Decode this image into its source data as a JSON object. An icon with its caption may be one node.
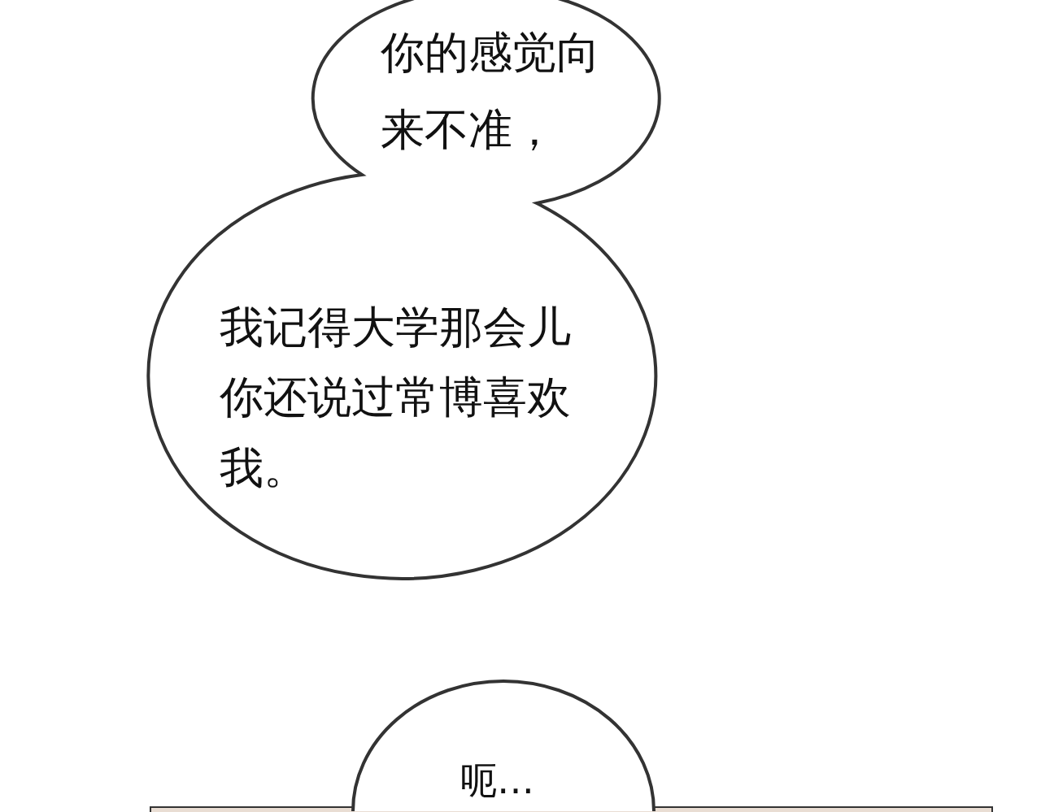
{
  "diagram": {
    "nodes": [
      {
        "text": [
          "你的感觉向来不准，",
          "我记得大学那会儿你还说过常博喜欢我。"
        ]
      },
      {
        "text": [
          "呃…"
        ]
      }
    ]
  }
}
